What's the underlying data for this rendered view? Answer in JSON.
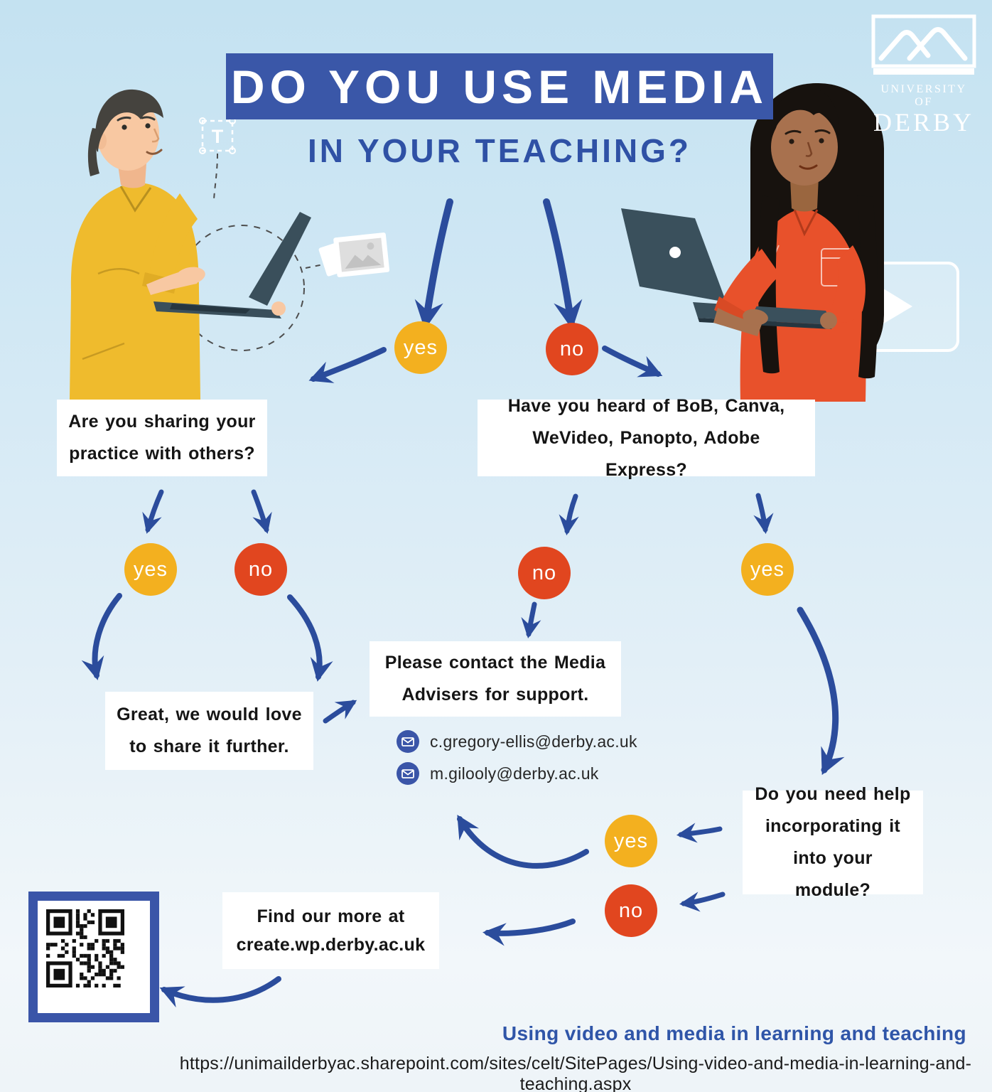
{
  "title": {
    "line1": "DO YOU USE MEDIA",
    "line2": "IN YOUR TEACHING?"
  },
  "logo": {
    "university_of": "UNIVERSITY OF",
    "derby": "DERBY"
  },
  "badges": {
    "yes": "yes",
    "no": "no"
  },
  "questions": {
    "sharing_practice": "Are you sharing your practice with others?",
    "heard_of_tools": "Have you heard of BoB, Canva, WeVideo, Panopto, Adobe Express?",
    "need_help_module": "Do you need help incorporating it into your module?"
  },
  "outcomes": {
    "share_further": "Great, we would love to share it further.",
    "contact_advisers": "Please contact the Media Advisers for support.",
    "find_out_more_line1": "Find our more at",
    "find_out_more_line2": "create.wp.derby.ac.uk"
  },
  "contacts": {
    "email1": "c.gregory-ellis@derby.ac.uk",
    "email2": "m.gilooly@derby.ac.uk"
  },
  "footer": {
    "caption": "Using video and media in learning and teaching",
    "url": "https://unimailderbyac.sharepoint.com/sites/celt/SitePages/Using-video-and-media-in-learning-and-teaching.aspx"
  },
  "colors": {
    "title_bar_blue": "#3a57a8",
    "arrow_blue": "#2b4c9c",
    "yes_yellow": "#f3b01f",
    "no_red": "#e1461f",
    "background_top": "#c4e2f1",
    "background_bottom": "#f2f7fa"
  }
}
